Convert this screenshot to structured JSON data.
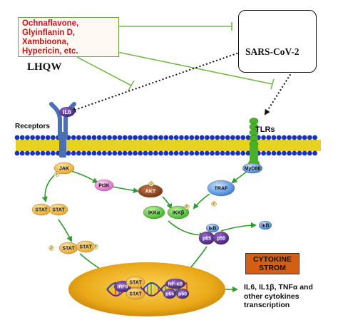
{
  "inhibitor_box": {
    "compounds": [
      "Ochnaflavone,",
      "Glyinflanin D,",
      "Xambioona,",
      "Hypericin, etc."
    ],
    "group_label": "LHQW"
  },
  "virus": {
    "label": "SARS-CoV-2"
  },
  "membrane": {
    "left_label": "Receptors",
    "right_label": "TLRs"
  },
  "nodes": {
    "il6": "IL6",
    "jak": "JAK",
    "pi3k": "PI3K",
    "akt": "AKT",
    "stat1": "STAT",
    "stat2": "STAT",
    "pstat1": "STAT",
    "pstat2": "STAT",
    "myd88": "MyD88",
    "traf": "TRAF",
    "ikka": "IKKα",
    "ikkb": "IKKβ",
    "ikb_complex": "IκB",
    "p65": "p65",
    "p50": "p50",
    "ikb_free": "IκB",
    "irf9": "IRF9",
    "nuc_stat1": "STAT",
    "nuc_stat2": "STAT",
    "nfkb": "NF-κB",
    "nuc_p65": "p65",
    "nuc_p50": "p50",
    "phos": "P"
  },
  "cytokine_box": {
    "line1": "CYTOKINE",
    "line2": "STROM"
  },
  "outcome": "IL6, IL1β, TNFα and other cytokines transcription",
  "colors": {
    "inhibition_line": "#79b84a",
    "activation_arrow": "#2f9a2f",
    "membrane_head": "#1c34b8",
    "membrane_tail": "#e8d21c",
    "receptor": "#4a6fb5",
    "tlr": "#49b02a",
    "nucleus": "#e6a817",
    "virus": "#c9302a",
    "cytokine_box": "#d35f14"
  }
}
